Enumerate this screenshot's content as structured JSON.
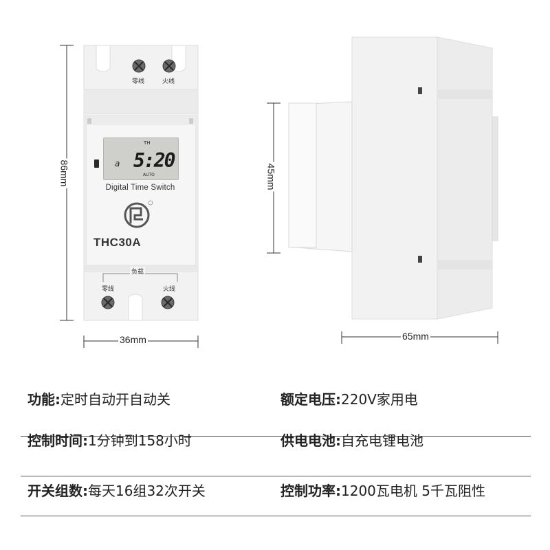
{
  "diagram": {
    "front_width_label": "36mm",
    "front_height_label": "86mm",
    "side_depth_label": "65mm",
    "side_height_label": "45mm"
  },
  "device": {
    "terminal_top_left": "零线",
    "terminal_top_right": "火线",
    "lcd_th": "TH",
    "lcd_time": "5:20",
    "lcd_mode": "AUTO",
    "lcd_day": "a",
    "brand_text": "Digital Time Switch",
    "model": "THC30A",
    "load_label": "负载",
    "terminal_bottom_left": "零线",
    "terminal_bottom_right": "火线"
  },
  "specs": [
    {
      "key": "功能:",
      "value": "定时自动开自动关"
    },
    {
      "key": "额定电压:",
      "value": "220V家用电"
    },
    {
      "key": "控制时间:",
      "value": "1分钟到158小时"
    },
    {
      "key": "供电电池:",
      "value": "自充电锂电池"
    },
    {
      "key": "开关组数:",
      "value": "每天16组32次开关"
    },
    {
      "key": "控制功率:",
      "value": "1200瓦电机 5千瓦阻性"
    }
  ],
  "colors": {
    "device_body": "#f2f2f2",
    "device_shadow": "#e2e2e2",
    "lcd": "#cfd0cc",
    "separator": "#555555",
    "text": "#222222"
  }
}
